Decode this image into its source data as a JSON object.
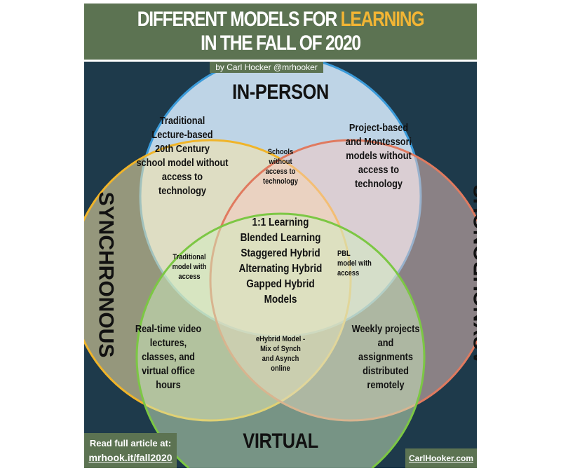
{
  "header": {
    "title_part1": "DIFFERENT MODELS FOR",
    "title_accent": "LEARNING",
    "title_line2": "IN THE FALL OF 2020",
    "byline": "by Carl Hocker @mrhooker"
  },
  "colors": {
    "background": "#1e3a4b",
    "header": "#5c7352",
    "accent": "#f2b534",
    "in_person": "#3a9ad9",
    "synchronous": "#f0b429",
    "asynchronous": "#e07a5f",
    "virtual": "#7cc744"
  },
  "circles": {
    "in_person": "IN-PERSON",
    "synchronous": "SYNCHRONOUS",
    "asynchronous": "ASYNCHRONOUS",
    "virtual": "VIRTUAL"
  },
  "regions": {
    "sync_inperson": [
      "Traditional",
      "Lecture-based",
      "20th Century",
      "school model without",
      "access to",
      "technology"
    ],
    "async_inperson": [
      "Project-based",
      "and Montessori",
      "models without",
      "access to",
      "technology"
    ],
    "inperson_only": [
      "Schools",
      "without",
      "access to",
      "technology"
    ],
    "center": [
      "1:1 Learning",
      "Blended Learning",
      "Staggered Hybrid",
      "Alternating Hybrid",
      "Gapped Hybrid",
      "Models"
    ],
    "sync_inperson_virtual": [
      "Traditional",
      "model with",
      "access"
    ],
    "async_inperson_virtual": [
      "PBL",
      "model with",
      "access"
    ],
    "sync_virtual": [
      "Real-time video",
      "lectures,",
      "classes, and",
      "virtual office",
      "hours"
    ],
    "async_virtual": [
      "Weekly projects",
      "and",
      "assignments",
      "distributed",
      "remotely"
    ],
    "virtual_only": [
      "eHybrid Model -",
      "Mix of Synch",
      "and Asynch",
      "online"
    ]
  },
  "footer": {
    "read_label": "Read full article at:",
    "article_link": "mrhook.it/fall2020",
    "site_link": "CarlHooker.com"
  }
}
